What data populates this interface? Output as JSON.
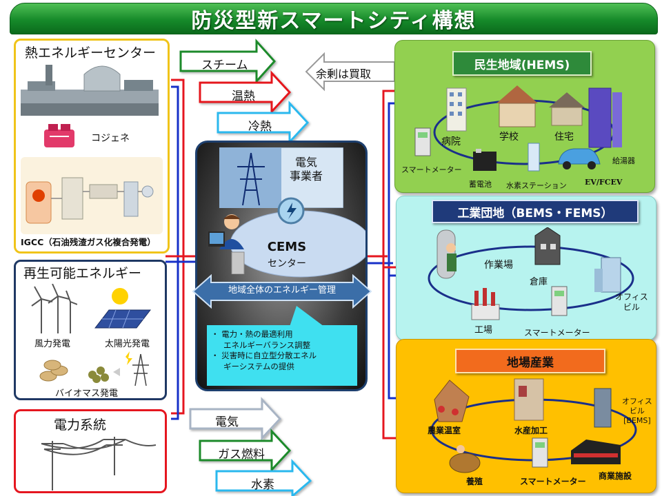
{
  "title": "防災型新スマートシティ構想",
  "left": {
    "heat": {
      "title": "熱エネルギーセンター",
      "cogeneration": "コジェネ",
      "igcc": "IGCC（石油残渣ガス化複合発電）"
    },
    "renewable": {
      "title": "再生可能エネルギー",
      "wind": "風力発電",
      "solar": "太陽光発電",
      "biomass": "バイオマス発電"
    },
    "grid": {
      "title": "電力系統"
    }
  },
  "flows": {
    "steam": "スチーム",
    "hot": "温熱",
    "cold": "冷熱",
    "surplus": "余剰は買取",
    "electricity": "電気",
    "gas": "ガス燃料",
    "hydrogen": "水素"
  },
  "cems": {
    "utility": "電気\n事業者",
    "name": "CEMS",
    "center": "センター",
    "management": "地域全体のエネルギー管理",
    "bullet1a": "・ 電力・熱の最適利用",
    "bullet1b": "エネルギーバランス調整",
    "bullet2a": "・ 災害時に自立型分散エネル",
    "bullet2b": "ギーシステムの提供"
  },
  "regions": {
    "hems": {
      "title": "民生地域(HEMS)",
      "hospital": "病院",
      "school": "学校",
      "house": "住宅",
      "meter": "スマートメーター",
      "battery": "蓄電池",
      "h2station": "水素ステーション",
      "ev": "EV/FCEV",
      "heater": "給湯器"
    },
    "bems": {
      "title": "工業団地（BEMS・FEMS）",
      "workshop": "作業場",
      "warehouse": "倉庫",
      "office": "オフィス\nビル",
      "factory": "工場",
      "meter": "スマートメーター"
    },
    "local": {
      "title": "地場産業",
      "greenhouse": "農業温室",
      "seafood": "水産加工",
      "office": "オフィス\nビル\n[BEMS]",
      "farming": "養殖",
      "meter": "スマートメーター",
      "commercial": "商業施設"
    }
  },
  "colors": {
    "green": "#1a8a2a",
    "red": "#e5161f",
    "blue": "#1730c8",
    "cyan": "#2ab8ee",
    "hems_bg": "#92d050",
    "bems_bg": "#b7f3ef",
    "local_bg": "#ffc000"
  }
}
